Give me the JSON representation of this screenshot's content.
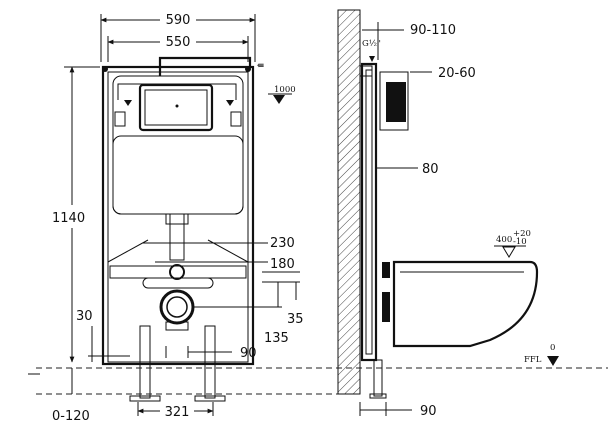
{
  "front_view": {
    "width_outer": "590",
    "width_inner": "550",
    "height_total": "1140",
    "floor_offset": "0-120",
    "bottom_step": "30",
    "foot_spacing": "321",
    "bolt_spacing_230": "230",
    "bolt_spacing_180": "180",
    "drain_offset_35": "35",
    "drain_offset_135": "135",
    "drain_width": "90",
    "marker_1000": "1000"
  },
  "side_view": {
    "wall_depth": "90-110",
    "flush_plate": "20-60",
    "frame_depth": "80",
    "bottom_depth": "90",
    "water_inlet": "G½\"",
    "bowl_height": "400",
    "bowl_tolerance_top": "+20",
    "bowl_tolerance_bottom": "-10",
    "ffl_label": "FFL",
    "ffl_value": "0"
  }
}
